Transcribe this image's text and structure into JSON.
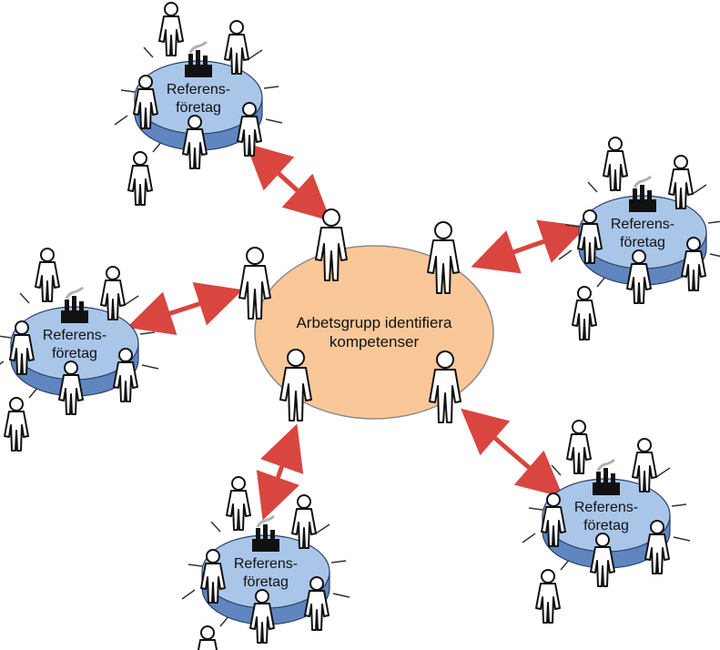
{
  "center": {
    "label_line1": "Arbetsgrupp identifiera",
    "label_line2": "kompetenser",
    "fill": "#fac898",
    "stroke": "#8a8a8a"
  },
  "reference_node": {
    "label_line1": "Referens-",
    "label_line2": "företag",
    "top_fill": "#a9c6e8",
    "side_fill": "#5f86bf",
    "factory_color": "#111111"
  },
  "arrow_color": "#d9453f",
  "nodes": [
    {
      "id": "ref-top-left"
    },
    {
      "id": "ref-left"
    },
    {
      "id": "ref-bottom"
    },
    {
      "id": "ref-right"
    },
    {
      "id": "ref-bottom-right"
    }
  ]
}
